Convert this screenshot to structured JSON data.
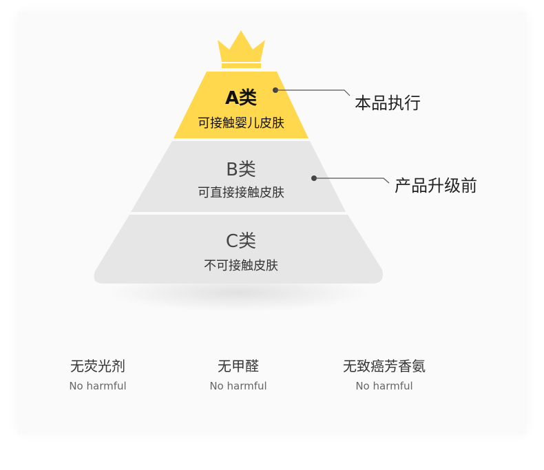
{
  "pyramid": {
    "tiers": [
      {
        "title": "A类",
        "subtitle": "可接触婴儿皮肤"
      },
      {
        "title": "B类",
        "subtitle": "可直接接触皮肤"
      },
      {
        "title": "C类",
        "subtitle": "不可接触皮肤"
      }
    ],
    "colors": {
      "top": "#ffd84e",
      "tier": "#e6e6e6",
      "crown": "#ffd84e"
    },
    "crown_icon": "crown-icon"
  },
  "callouts": [
    {
      "label": "本品执行"
    },
    {
      "label": "产品升级前"
    }
  ],
  "features": [
    {
      "title": "无荧光剂",
      "subtitle": "No harmful"
    },
    {
      "title": "无甲醛",
      "subtitle": "No harmful"
    },
    {
      "title": "无致癌芳香氨",
      "subtitle": "No harmful"
    }
  ]
}
